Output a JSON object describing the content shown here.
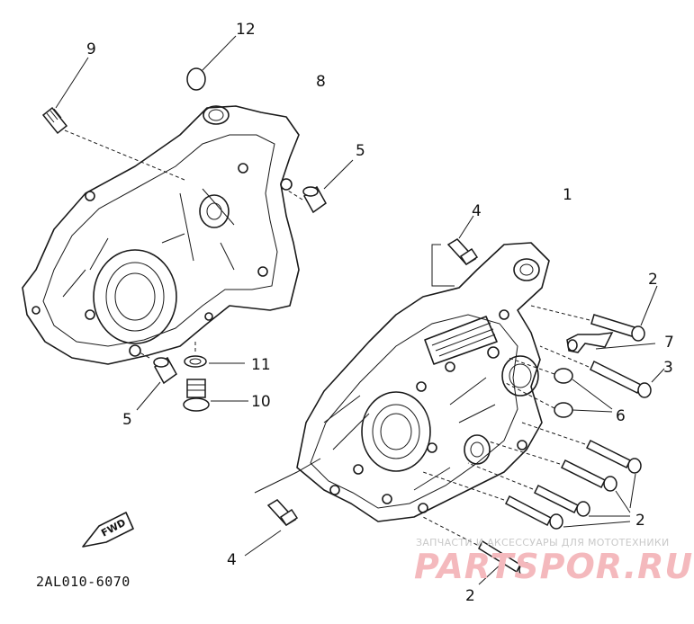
{
  "callouts": {
    "c1": "1",
    "c2a": "2",
    "c2b": "2",
    "c2c": "2",
    "c2d": "2",
    "c3": "3",
    "c4a": "4",
    "c4b": "4",
    "c5a": "5",
    "c5b": "5",
    "c6": "6",
    "c7": "7",
    "c8": "8",
    "c9": "9",
    "c10": "10",
    "c11": "11",
    "c12": "12"
  },
  "fwd_label": "FWD",
  "diagram_code": "2AL010-6070",
  "watermark": {
    "tagline": "ЗАПЧАСТИ И АКСЕССУАРЫ ДЛЯ МОТОТЕХНИКИ",
    "logo": "PARTSPOR.RU"
  },
  "colors": {
    "ink": "#1a1a1a",
    "watermark_text": "#c9c9c9",
    "watermark_logo": "#f4b9bd"
  }
}
